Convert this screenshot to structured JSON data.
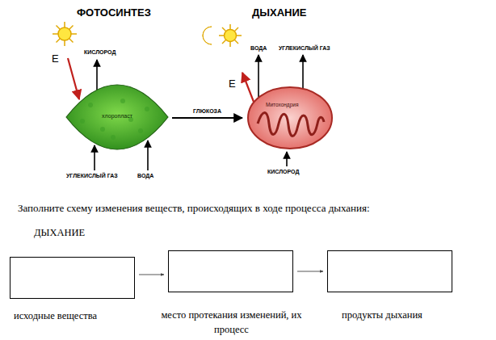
{
  "diagram": {
    "nodes": [
      {
        "text": [
          "хлоропласт"
        ]
      },
      {
        "text": [
          "Митохондрия"
        ]
      },
      {
        "text": [
          "исходные вещества"
        ]
      },
      {
        "text": [
          "место протекания изменений, их процесс"
        ]
      },
      {
        "text": [
          "продукты дыхания"
        ]
      }
    ],
    "edges": [
      {
        "from": 0,
        "to": 1,
        "label": "ГЛЮКОЗА",
        "arrow": "to"
      },
      {
        "from": 2,
        "to": 3,
        "arrow": "to"
      },
      {
        "from": 3,
        "to": 4,
        "arrow": "to"
      }
    ],
    "labels": [
      "ФОТОСИНТЕЗ",
      "E",
      "КИСЛОРОД",
      "УГЛЕКИСЛЫЙ ГАЗ",
      "ВОДА",
      "ДЫХАНИЕ",
      "E",
      "ВОДА",
      "УГЛЕКИСЛЫЙ ГАЗ",
      "КИСЛОРОД",
      "Заполните схему изменения веществ, происходящих в ходе процесса дыхания:",
      "ДЫХАНИЕ"
    ]
  }
}
